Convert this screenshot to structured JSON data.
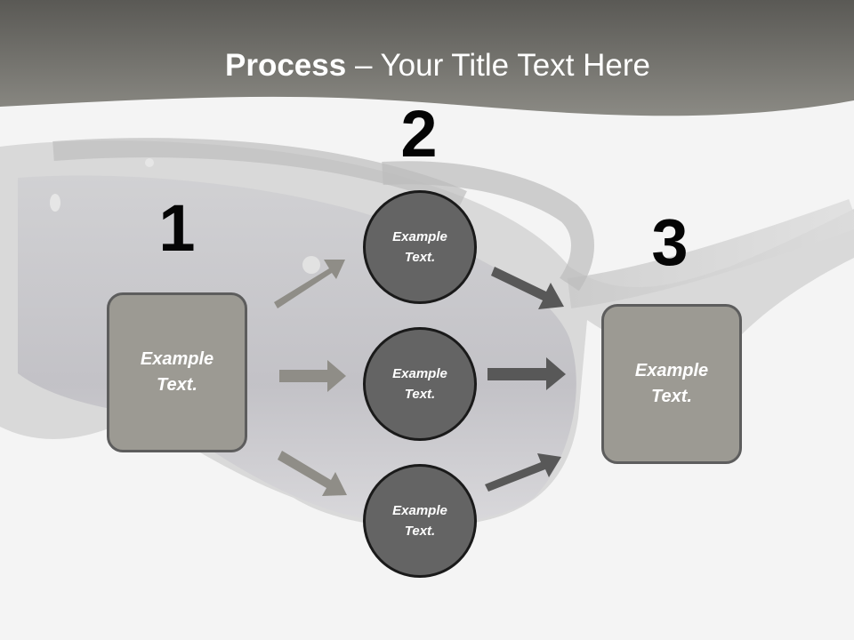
{
  "title": {
    "bold_part": "Process",
    "rest_part": " – Your Title Text Here"
  },
  "steps": {
    "one": "1",
    "two": "2",
    "three": "3"
  },
  "boxes": {
    "left": "Example\nText.",
    "right": "Example\nText."
  },
  "circles": {
    "top": "Example\nText.",
    "middle": "Example\nText.",
    "bottom": "Example\nText."
  },
  "colors": {
    "header_band": "#7a7a74",
    "box_fill": "#9c9a93",
    "circle_fill": "#646464",
    "arrow_light": "#8f8d87",
    "arrow_dark": "#585858"
  },
  "background_image": "sunglasses-photo"
}
